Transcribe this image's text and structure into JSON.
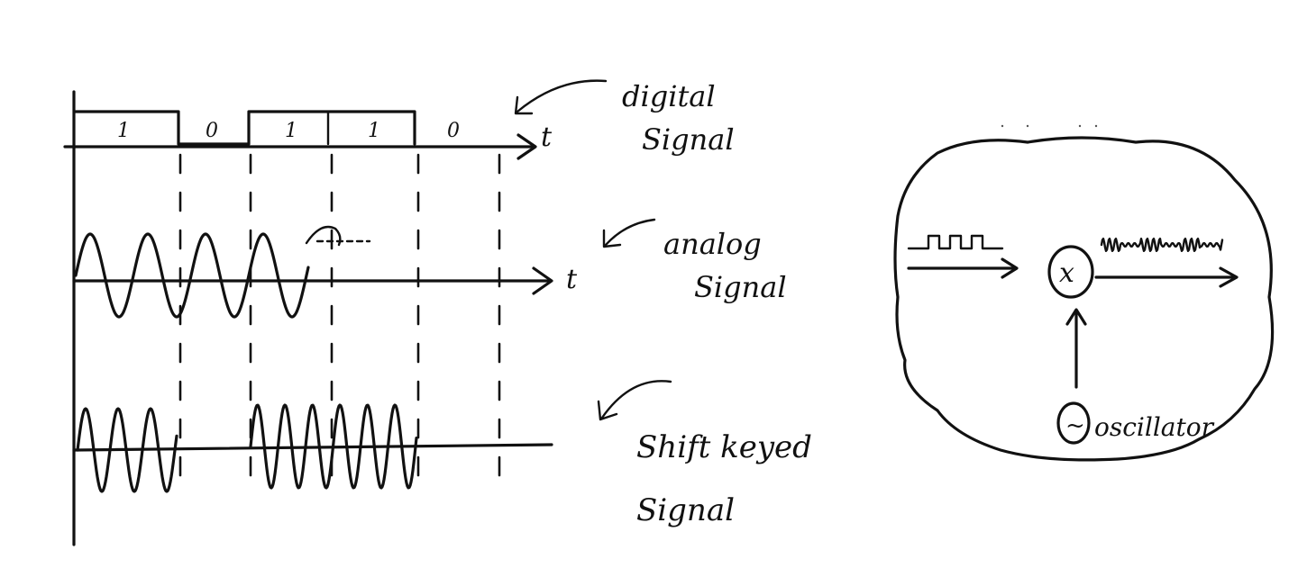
{
  "timing": {
    "bits": [
      "1",
      "0",
      "1",
      "1",
      "0"
    ],
    "time_label": "t"
  },
  "annotations": {
    "digital_line1": "digital",
    "digital_line2": "Signal",
    "analog_line1": "analog",
    "analog_line2": "Signal",
    "shift_line1": "Shift keyed",
    "shift_line2": "Signal"
  },
  "modulator": {
    "multiplier_symbol": "x",
    "oscillator_symbol": "~",
    "oscillator_label": "oscillator"
  }
}
